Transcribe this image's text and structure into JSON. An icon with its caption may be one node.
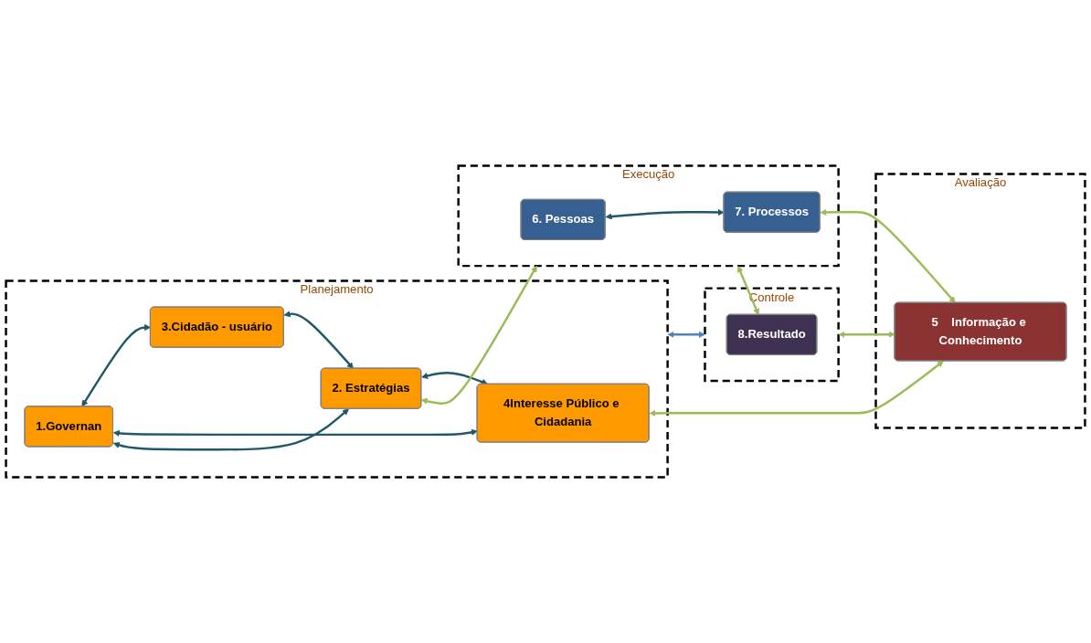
{
  "diagram": {
    "nodes": [
      {
        "text": [
          "Planejamento"
        ]
      },
      {
        "text": [
          "3.Cidadão - usuário"
        ],
        "in": 0
      },
      {
        "text": [
          "1.Governan"
        ],
        "in": 0
      },
      {
        "text": [
          "2. Estratégias"
        ],
        "in": 0
      },
      {
        "text": [
          "4Interesse Público e Cidadania"
        ],
        "in": 0
      },
      {
        "text": [
          "Execução"
        ]
      },
      {
        "text": [
          "6. Pessoas"
        ],
        "in": 5
      },
      {
        "text": [
          "7. Processos"
        ],
        "in": 5
      },
      {
        "text": [
          "Controle"
        ]
      },
      {
        "text": [
          "8.Resultado"
        ],
        "in": 8
      },
      {
        "text": [
          "Avaliação"
        ]
      },
      {
        "text": [
          "5    Informação e Conhecimento"
        ],
        "in": 10
      }
    ],
    "edges": [
      {
        "from": 0,
        "to": 8,
        "arrow": "both",
        "color": "#4f81bd"
      },
      {
        "from": 2,
        "to": 1,
        "arrow": "both",
        "color": "#215868"
      },
      {
        "from": 2,
        "to": 4,
        "arrow": "both",
        "color": "#215868"
      },
      {
        "from": 2,
        "to": 3,
        "arrow": "both",
        "color": "#215868"
      },
      {
        "from": 1,
        "to": 3,
        "arrow": "both",
        "color": "#215868"
      },
      {
        "from": 3,
        "to": 4,
        "arrow": "both",
        "color": "#215868"
      },
      {
        "from": 3,
        "to": 5,
        "arrow": "both",
        "color": "#9bbb59"
      },
      {
        "from": 6,
        "to": 7,
        "arrow": "both",
        "color": "#215868"
      },
      {
        "from": 5,
        "to": 9,
        "arrow": "both",
        "color": "#9bbb59"
      },
      {
        "from": 4,
        "to": 11,
        "arrow": "both",
        "color": "#9bbb59"
      },
      {
        "from": 7,
        "to": 11,
        "arrow": "both",
        "color": "#9bbb59"
      },
      {
        "from": 8,
        "to": 11,
        "arrow": "both",
        "color": "#9bbb59"
      }
    ]
  }
}
